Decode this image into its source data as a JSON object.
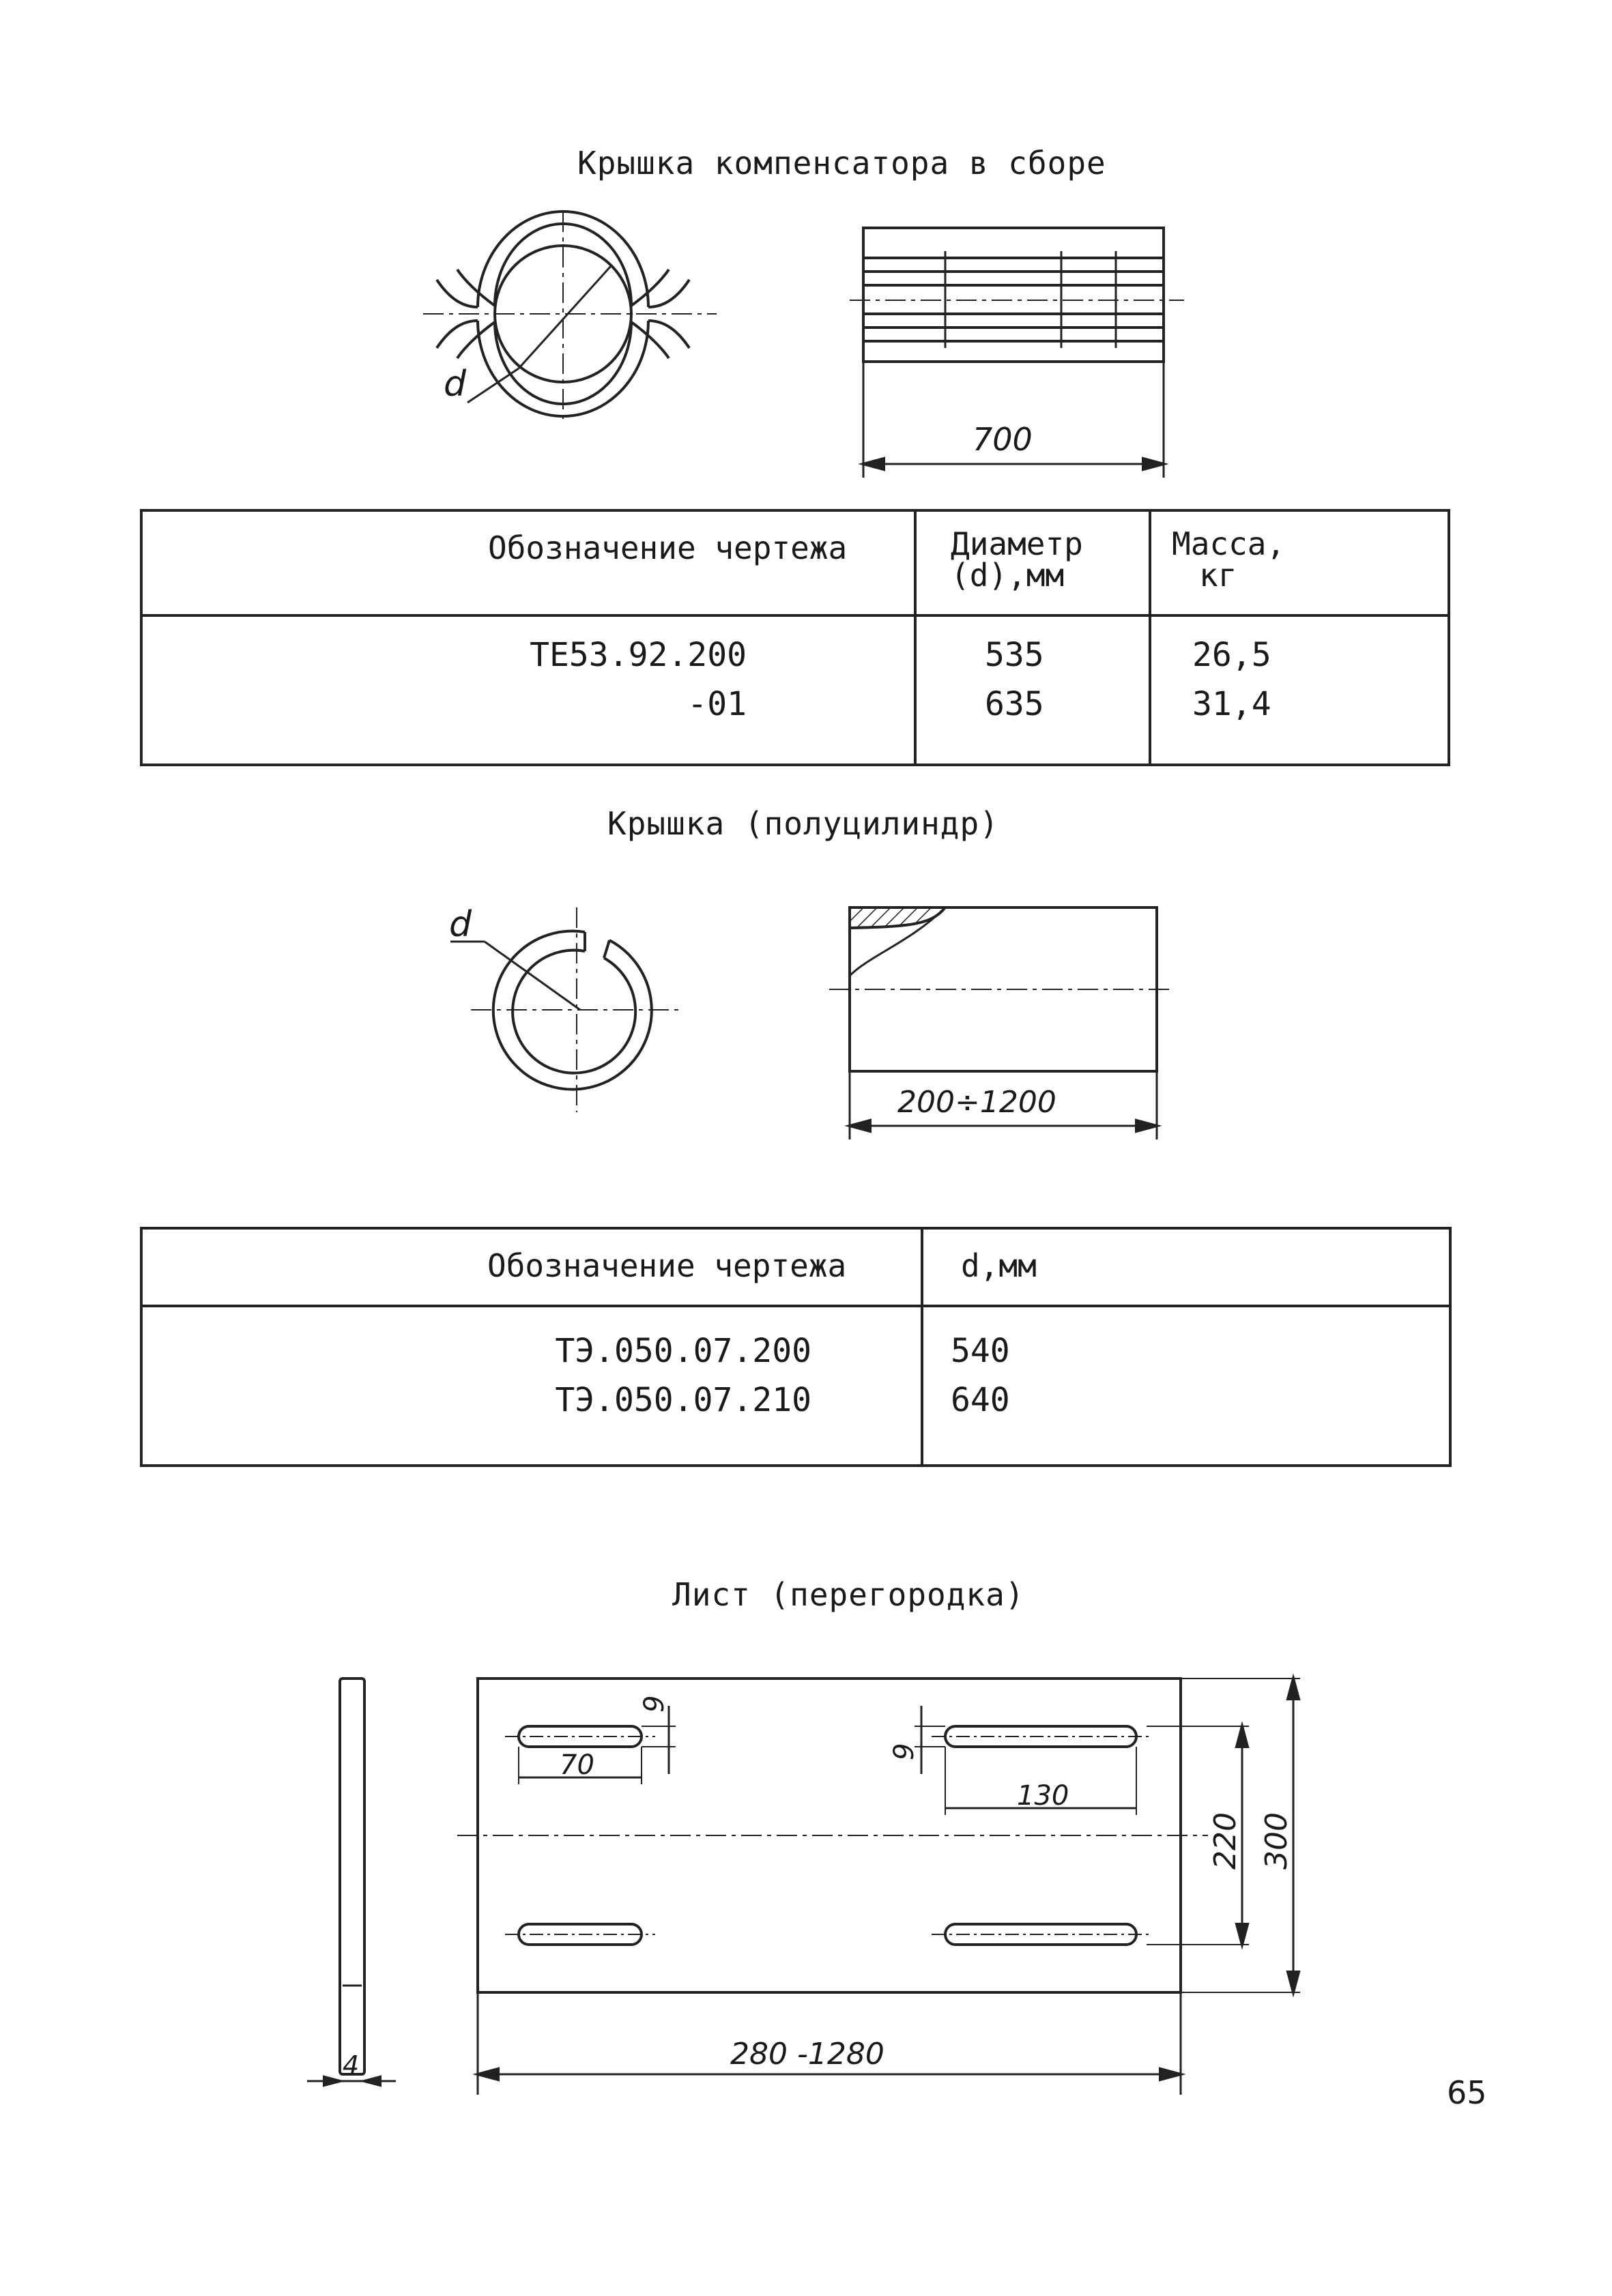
{
  "section1": {
    "title": "Крышка компенсатора в сборе",
    "dim_label": "d",
    "length_dim": "700",
    "table": {
      "headers": [
        "Обозначение чертежа",
        "Диаметр",
        "(d),мм",
        "Масса,",
        "кг"
      ],
      "rows": [
        {
          "designation": "ТЕ53.92.200",
          "diameter": "535",
          "mass": "26,5"
        },
        {
          "designation": "-01",
          "diameter": "635",
          "mass": "31,4"
        }
      ]
    }
  },
  "section2": {
    "title": "Крышка (полуцилиндр)",
    "dim_label": "d",
    "length_dim": "200÷1200",
    "table": {
      "headers": [
        "Обозначение чертежа",
        "d,мм"
      ],
      "rows": [
        {
          "designation": "ТЭ.050.07.200",
          "d": "540"
        },
        {
          "designation": "ТЭ.050.07.210",
          "d": "640"
        }
      ]
    }
  },
  "section3": {
    "title": "Лист (перегородка)",
    "dims": {
      "thickness": "4",
      "slot_width_left": "9",
      "slot_length_left": "70",
      "slot_width_right": "9",
      "slot_length_right": "130",
      "slot_spacing": "220",
      "height": "300",
      "length": "280 -1280"
    }
  },
  "page_number": "65"
}
